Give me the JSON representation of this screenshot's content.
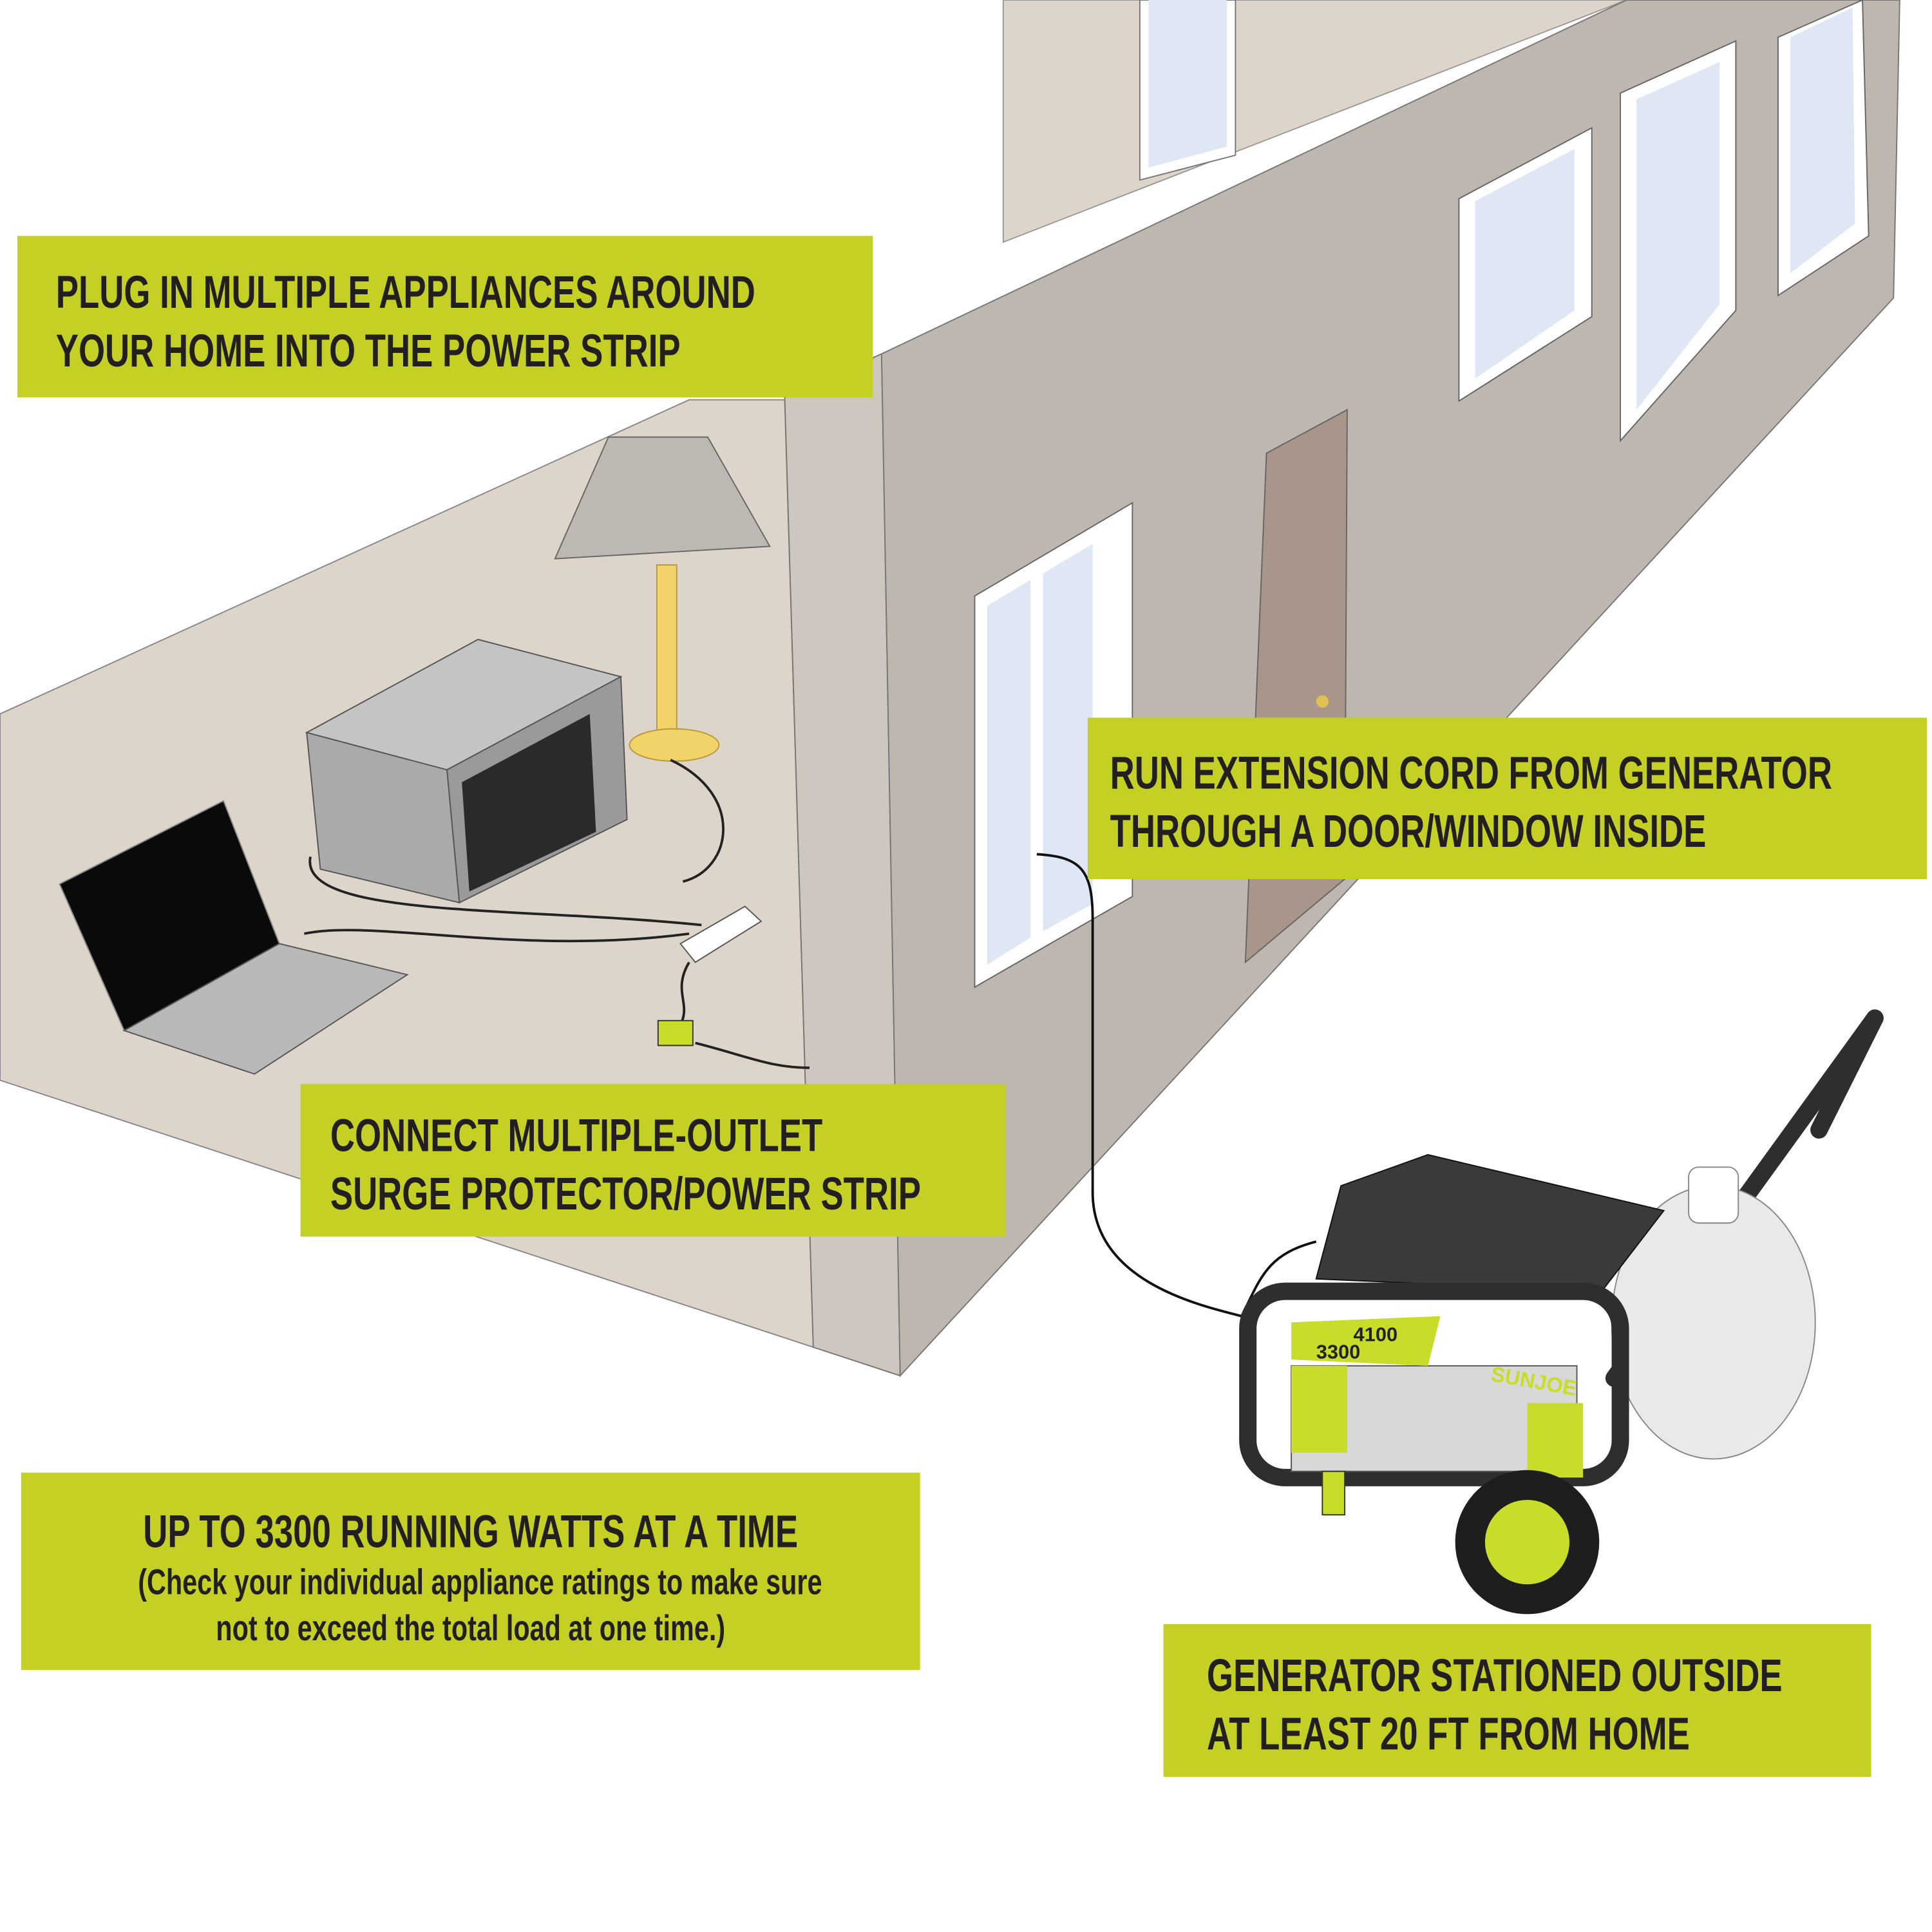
{
  "colors": {
    "callout_bg": "#c4d124",
    "text": "#231f20",
    "wall": "#bdb7b0",
    "floor": "#ddd5ca",
    "accent_lime": "#c8dc2a"
  },
  "callouts": {
    "plug_in": {
      "lines": [
        "PLUG IN MULTIPLE APPLIANCES AROUND",
        "YOUR HOME INTO THE POWER STRIP"
      ]
    },
    "extension_cord": {
      "lines": [
        "RUN EXTENSION CORD FROM GENERATOR",
        "THROUGH A DOOR/WINDOW INSIDE"
      ]
    },
    "surge_protector": {
      "lines": [
        "CONNECT MULTIPLE-OUTLET",
        "SURGE PROTECTOR/POWER STRIP"
      ]
    },
    "running_watts": {
      "headline": "UP TO 3300 RUNNING WATTS AT A TIME",
      "note_lines": [
        "(Check your individual appliance ratings to make sure",
        "not to exceed the total load at one time.)"
      ]
    },
    "generator_location": {
      "lines": [
        "GENERATOR STATIONED OUTSIDE",
        "AT LEAST 20 FT FROM HOME"
      ]
    }
  },
  "generator": {
    "brand": "SUNJOE",
    "starting_watts": "4100",
    "running_watts": "3300"
  }
}
